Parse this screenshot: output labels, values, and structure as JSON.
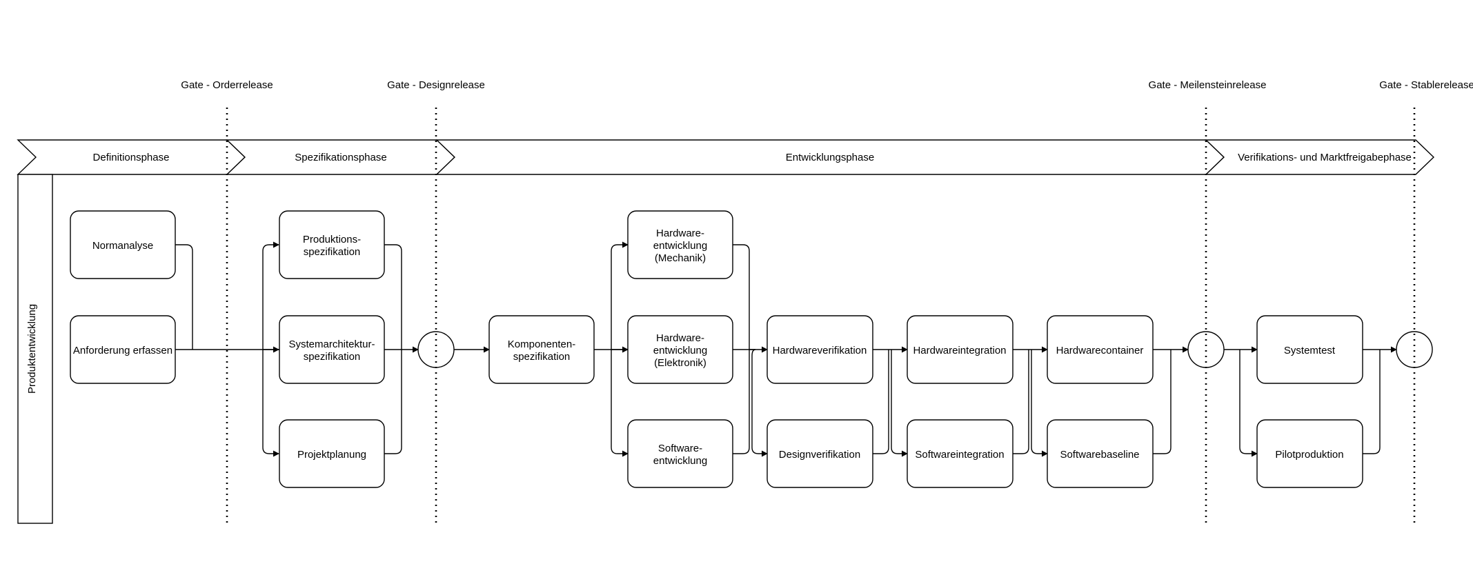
{
  "lane_label": "Produktentwicklung",
  "gates": [
    {
      "label": "Gate - Orderrelease"
    },
    {
      "label": "Gate - Designrelease"
    },
    {
      "label": "Gate - Meilensteinrelease"
    },
    {
      "label": "Gate - Stablerelease"
    }
  ],
  "phases": [
    {
      "label": "Definitionsphase"
    },
    {
      "label": "Spezifikationsphase"
    },
    {
      "label": "Entwicklungsphase"
    },
    {
      "label": "Verifikations- und Marktfreigabephase"
    }
  ],
  "tasks": {
    "normanalyse": [
      "Normanalyse"
    ],
    "anforderung": [
      "Anforderung erfassen"
    ],
    "produktions": [
      "Produktions-",
      "spezifikation"
    ],
    "systemarchitektur": [
      "Systemarchitektur-",
      "spezifikation"
    ],
    "projektplanung": [
      "Projektplanung"
    ],
    "komponenten": [
      "Komponenten-",
      "spezifikation"
    ],
    "hw_mechanik": [
      "Hardware-",
      "entwicklung",
      "(Mechanik)"
    ],
    "hw_elektronik": [
      "Hardware-",
      "entwicklung",
      "(Elektronik)"
    ],
    "sw_entwicklung": [
      "Software-",
      "entwicklung"
    ],
    "hw_verifikation": [
      "Hardwareverifikation"
    ],
    "design_verifikation": [
      "Designverifikation"
    ],
    "hw_integration": [
      "Hardwareintegration"
    ],
    "sw_integration": [
      "Softwareintegration"
    ],
    "hw_container": [
      "Hardwarecontainer"
    ],
    "sw_baseline": [
      "Softwarebaseline"
    ],
    "systemtest": [
      "Systemtest"
    ],
    "pilotproduktion": [
      "Pilotproduktion"
    ]
  }
}
